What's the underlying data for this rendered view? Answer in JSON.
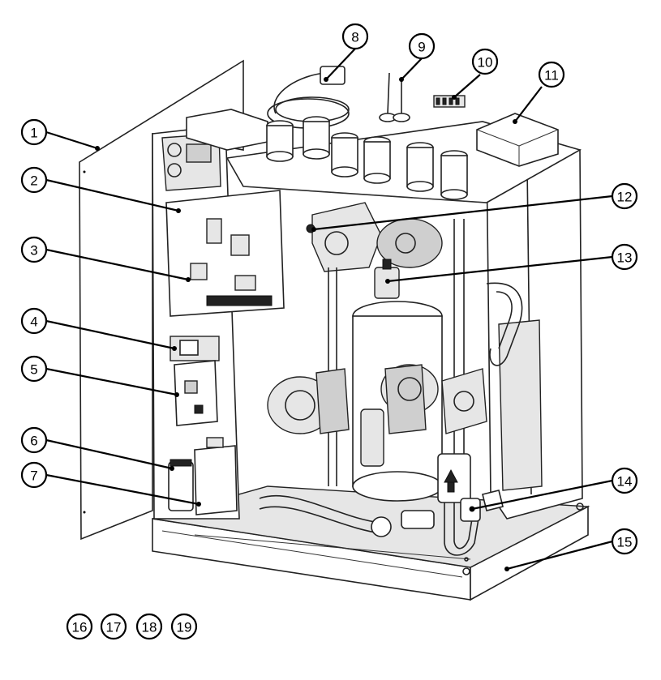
{
  "callouts": [
    {
      "id": "c1",
      "label": "1"
    },
    {
      "id": "c2",
      "label": "2"
    },
    {
      "id": "c3",
      "label": "3"
    },
    {
      "id": "c4",
      "label": "4"
    },
    {
      "id": "c5",
      "label": "5"
    },
    {
      "id": "c6",
      "label": "6"
    },
    {
      "id": "c7",
      "label": "7"
    },
    {
      "id": "c8",
      "label": "8"
    },
    {
      "id": "c9",
      "label": "9"
    },
    {
      "id": "c10",
      "label": "10"
    },
    {
      "id": "c11",
      "label": "11"
    },
    {
      "id": "c12",
      "label": "12"
    },
    {
      "id": "c13",
      "label": "13"
    },
    {
      "id": "c14",
      "label": "14"
    },
    {
      "id": "c15",
      "label": "15"
    },
    {
      "id": "c16",
      "label": "16"
    },
    {
      "id": "c17",
      "label": "17"
    },
    {
      "id": "c18",
      "label": "18"
    },
    {
      "id": "c19",
      "label": "19"
    }
  ],
  "colors": {
    "line": "#222222",
    "fill": "#ffffff",
    "shade": "#e6e6e6"
  }
}
